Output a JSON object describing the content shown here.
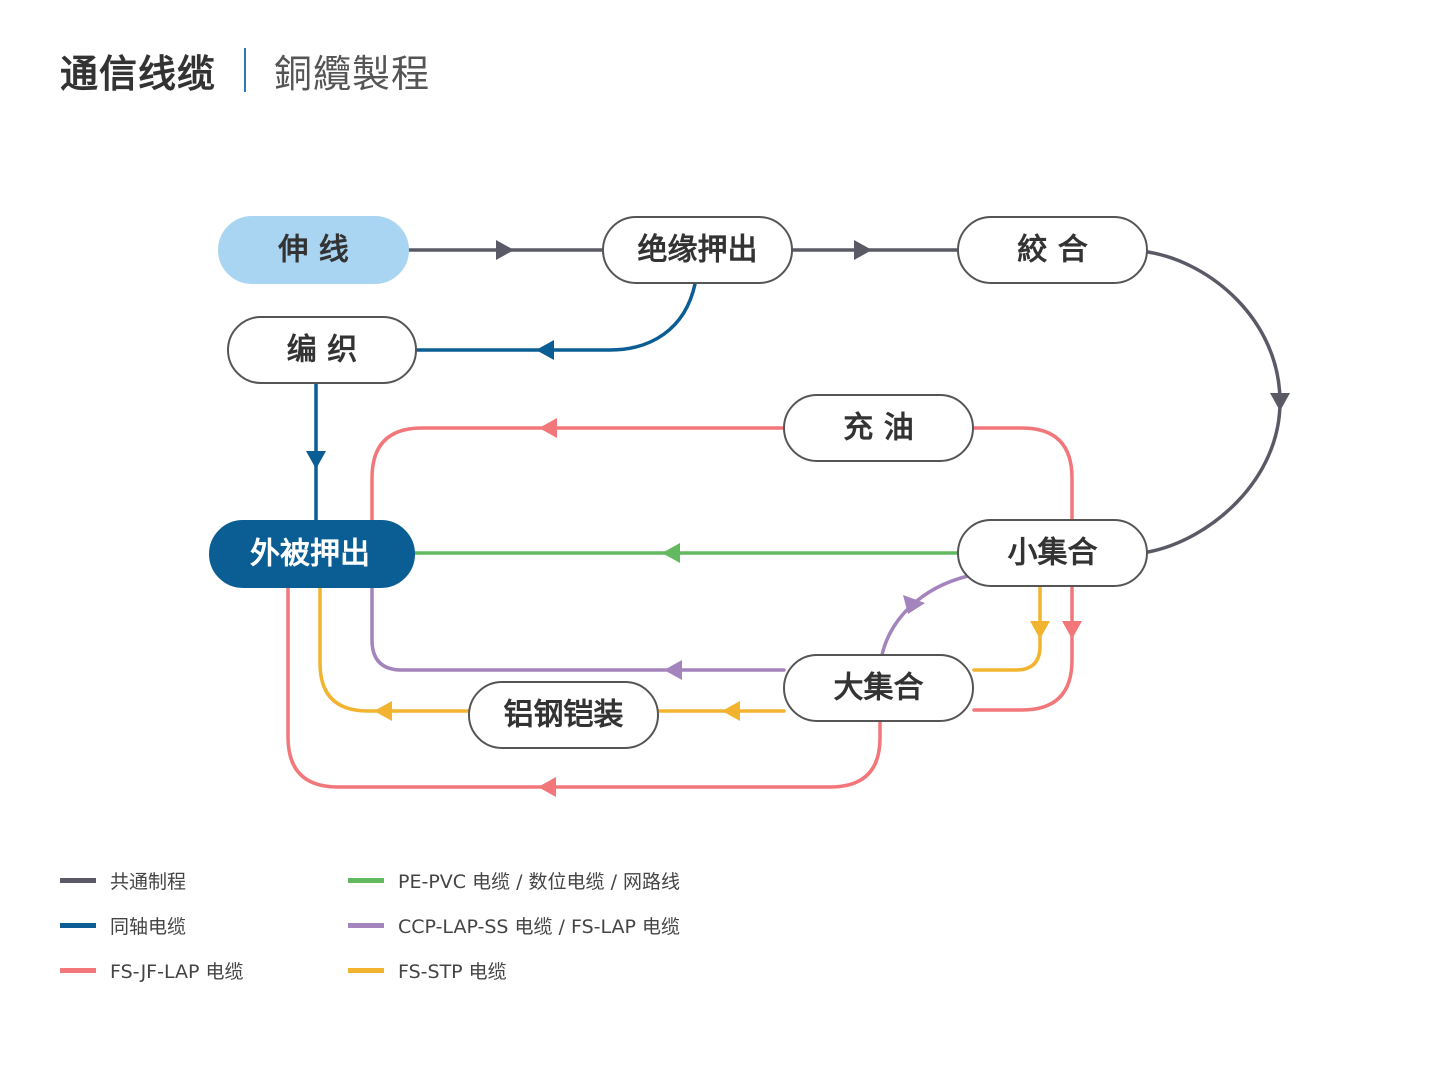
{
  "header": {
    "title": "通信线缆",
    "subtitle": "銅纜製程"
  },
  "colors": {
    "common": "#5a5a66",
    "coax": "#0a5e94",
    "fs_jf_lap": "#f2777a",
    "pe_pvc": "#63b95f",
    "ccp": "#a484bc",
    "fs_stp": "#f2b32f",
    "start_fill": "#a9d5f2",
    "dark_fill": "#0a5e94"
  },
  "nodes": {
    "stretch": "伸 线",
    "insulation": "绝缘押出",
    "twist": "絞 合",
    "braid": "编 织",
    "oil": "充 油",
    "jacket": "外被押出",
    "small_assembly": "小集合",
    "large_assembly": "大集合",
    "armor": "铝钢铠装"
  },
  "legend": [
    {
      "label": "共通制程",
      "color": "#5a5a66"
    },
    {
      "label": "同轴电缆",
      "color": "#0a5e94"
    },
    {
      "label": "FS-JF-LAP 电缆",
      "color": "#f2777a"
    },
    {
      "label": "PE-PVC 电缆 / 数位电缆 / 网路线",
      "color": "#63b95f"
    },
    {
      "label": "CCP-LAP-SS 电缆 / FS-LAP 电缆",
      "color": "#a484bc"
    },
    {
      "label": "FS-STP 电缆",
      "color": "#f2b32f"
    }
  ]
}
